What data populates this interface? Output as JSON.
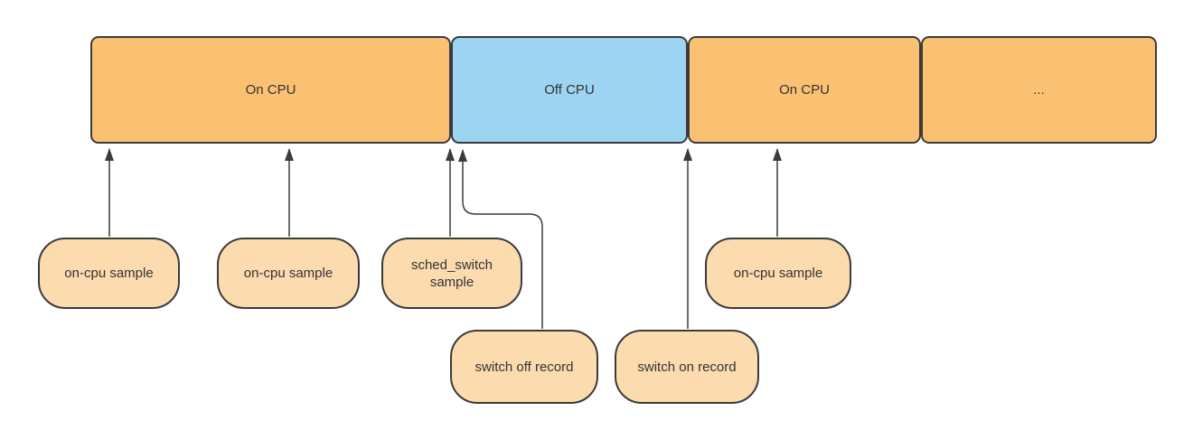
{
  "colors": {
    "canvasBg": "#ffffff",
    "timelineOrange": "#fbc173",
    "timelineBlue": "#9dd4f1",
    "calloutFill": "#fcdbaf",
    "shapeBorder": "#3b3b3b",
    "connector": "#3b3b3b",
    "labelText": "#333333"
  },
  "timeline": {
    "segments": [
      {
        "label": "On CPU",
        "state": "on-cpu"
      },
      {
        "label": "Off CPU",
        "state": "off-cpu"
      },
      {
        "label": "On CPU",
        "state": "on-cpu"
      },
      {
        "label": "...",
        "state": "continuation"
      }
    ]
  },
  "callouts": [
    {
      "label": "on-cpu sample"
    },
    {
      "label": "on-cpu sample"
    },
    {
      "label": "sched_switch\nsample"
    },
    {
      "label": "switch off record"
    },
    {
      "label": "switch on record"
    },
    {
      "label": "on-cpu sample"
    }
  ]
}
